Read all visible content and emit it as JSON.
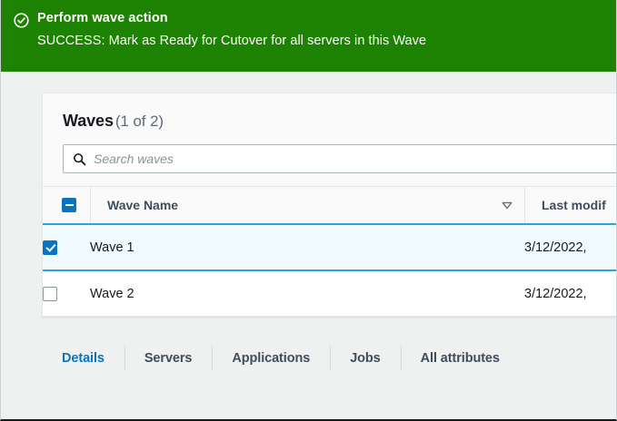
{
  "flash": {
    "icon": "check-circle-icon",
    "title": "Perform wave action",
    "message": "SUCCESS: Mark as Ready for Cutover for all servers in this Wave",
    "background_color": "#1d8102",
    "text_color": "#ffffff"
  },
  "table_card": {
    "title": "Waves",
    "counter": "(1 of 2)",
    "search": {
      "icon": "search-icon",
      "placeholder": "Search waves",
      "value": ""
    },
    "columns": [
      {
        "key": "select",
        "label": "",
        "header_checkbox_state": "indeterminate"
      },
      {
        "key": "wave_name",
        "label": "Wave Name",
        "sorted": true,
        "sort_icon": "sort-descending-icon"
      },
      {
        "key": "last_modified",
        "label": "Last modif"
      }
    ],
    "rows": [
      {
        "selected": true,
        "checkbox_state": "checked",
        "wave_name": "Wave 1",
        "last_modified": "3/12/2022,"
      },
      {
        "selected": false,
        "checkbox_state": "unchecked",
        "wave_name": "Wave 2",
        "last_modified": "3/12/2022,"
      }
    ]
  },
  "tabs": {
    "active": "Details",
    "items": [
      {
        "label": "Details",
        "active": true
      },
      {
        "label": "Servers",
        "active": false
      },
      {
        "label": "Applications",
        "active": false
      },
      {
        "label": "Jobs",
        "active": false
      },
      {
        "label": "All attributes",
        "active": false
      }
    ]
  },
  "colors": {
    "success_green": "#1d8102",
    "accent_blue": "#0a73bf",
    "selected_row_bg": "#f1faff",
    "selected_row_border": "#2ea3d4",
    "page_bg": "#eff0f0"
  }
}
